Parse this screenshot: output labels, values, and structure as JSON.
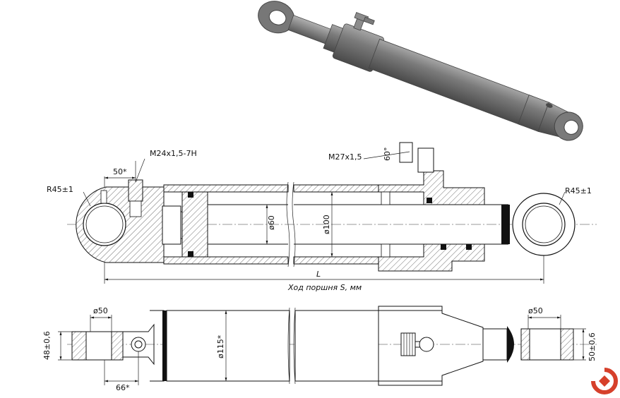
{
  "drawing": {
    "thread_rod_port": "M24x1,5-7H",
    "thread_cap_port": "M27x1,5",
    "angle_60": "60°",
    "dim_50_star": "50*",
    "radius_left": "R45±1",
    "radius_right": "R45±1",
    "dia_60": "ø60",
    "dia_100": "ø100",
    "length_L": "L",
    "stroke_label": "Ход поршня S, мм",
    "dia_50_left": "ø50",
    "dia_50_right": "ø50",
    "width_48": "48±0,6",
    "width_50": "50±0,6",
    "dia_115": "ø115*",
    "dim_66": "66*"
  },
  "colors": {
    "render_body": "#6e6e6e",
    "render_light": "#9a9a9a",
    "render_dark": "#4a4a4a",
    "hatch_line": "#222222",
    "brand_red": "#d6402b"
  },
  "logo": {
    "name": "pulscen-logo"
  }
}
